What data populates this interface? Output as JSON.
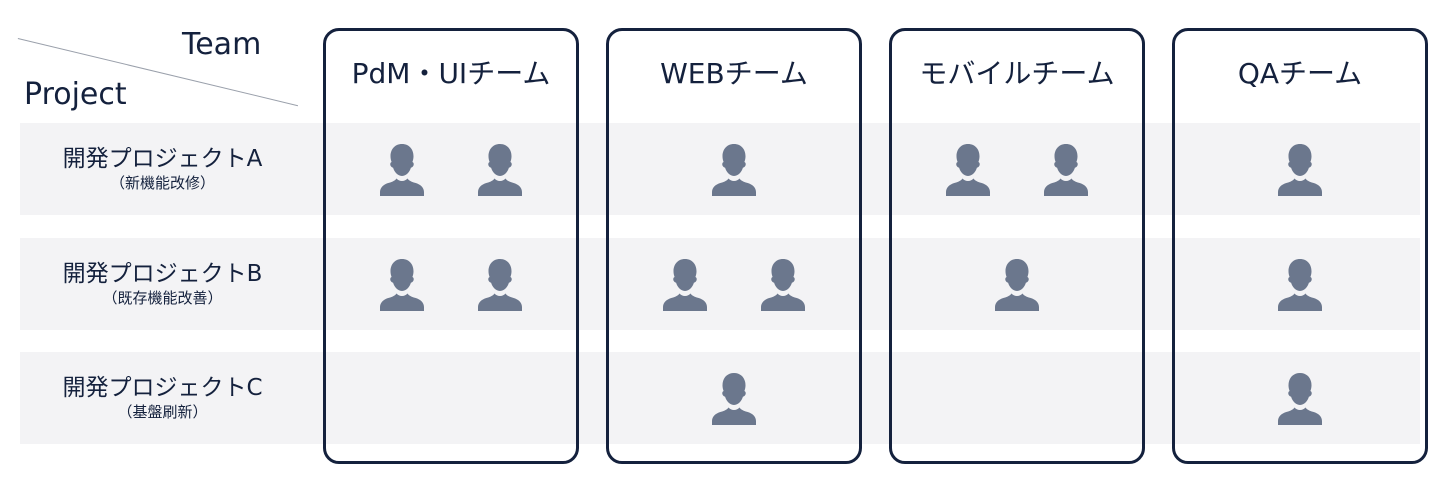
{
  "corner": {
    "team_label": "Team",
    "project_label": "Project"
  },
  "teams": [
    {
      "name": "PdM・UIチーム"
    },
    {
      "name": "WEBチーム"
    },
    {
      "name": "モバイルチーム"
    },
    {
      "name": "QAチーム"
    }
  ],
  "projects": [
    {
      "name": "開発プロジェクトA",
      "subtitle": "（新機能改修）"
    },
    {
      "name": "開発プロジェクトB",
      "subtitle": "（既存機能改善）"
    },
    {
      "name": "開発プロジェクトC",
      "subtitle": "（基盤刷新）"
    }
  ],
  "assignments": [
    [
      2,
      1,
      2,
      1
    ],
    [
      2,
      2,
      1,
      1
    ],
    [
      0,
      1,
      0,
      1
    ]
  ],
  "member_icon": "person-silhouette-icon",
  "colors": {
    "text": "#14213d",
    "card_border": "#14213d",
    "row_band": "#f3f3f5",
    "member_icon": "#6b778d",
    "corner_line": "#9aa0ab"
  }
}
